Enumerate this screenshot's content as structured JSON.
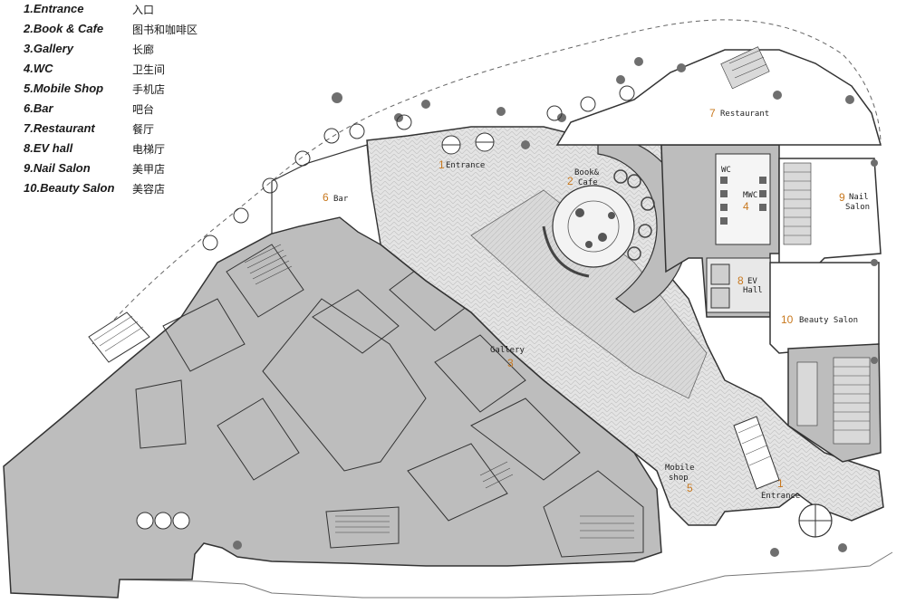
{
  "legend": [
    {
      "en": "1.Entrance",
      "zh": "入口"
    },
    {
      "en": "2.Book & Cafe",
      "zh": "图书和咖啡区"
    },
    {
      "en": "3.Gallery",
      "zh": "长廊"
    },
    {
      "en": "4.WC",
      "zh": "卫生间"
    },
    {
      "en": "5.Mobile Shop",
      "zh": "手机店"
    },
    {
      "en": "6.Bar",
      "zh": "吧台"
    },
    {
      "en": "7.Restaurant",
      "zh": "餐厅"
    },
    {
      "en": "8.EV hall",
      "zh": "电梯厅"
    },
    {
      "en": "9.Nail Salon",
      "zh": "美甲店"
    },
    {
      "en": "10.Beauty Salon",
      "zh": "美容店"
    }
  ],
  "plan_labels": {
    "entrance_top": {
      "num": "1",
      "text": "Entrance"
    },
    "book_cafe": {
      "num": "2",
      "line1": "Book&",
      "line2": "Cafe"
    },
    "gallery": {
      "num": "3",
      "text": "Gallery"
    },
    "wc": {
      "num": "4",
      "text": "WC",
      "mwc": "MWC"
    },
    "mobile_shop": {
      "num": "5",
      "line1": "Mobile",
      "line2": "shop"
    },
    "bar": {
      "num": "6",
      "text": "Bar"
    },
    "restaurant": {
      "num": "7",
      "text": "Restaurant"
    },
    "ev_hall": {
      "num": "8",
      "line1": "EV",
      "line2": "Hall"
    },
    "nail_salon": {
      "num": "9",
      "line1": "Nail",
      "line2": "Salon"
    },
    "beauty_salon": {
      "num": "10",
      "text": "Beauty Salon"
    },
    "entrance_bottom": {
      "num": "1",
      "text": "Entrance"
    }
  },
  "colors": {
    "service_fill": "#bdbdbd",
    "public_fill": "#e4e4e4",
    "wall": "#333333",
    "tree": "#6f6f6f",
    "number_accent": "#c8781e"
  }
}
